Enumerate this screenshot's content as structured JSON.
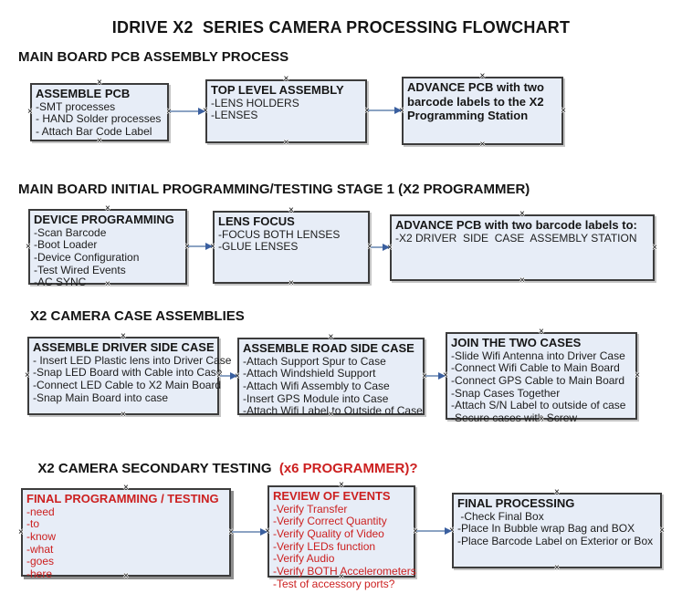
{
  "title": "IDRIVE X2  SERIES CAMERA PROCESSING FLOWCHART",
  "colors": {
    "box_fill": "#e7edf7",
    "box_border": "#3c3c3c",
    "red_text": "#cc2020",
    "connector_line": "#8ba3c3",
    "connector_arrow": "#3a5f9f"
  },
  "sections": [
    {
      "heading": "MAIN BOARD PCB ASSEMBLY PROCESS",
      "boxes": [
        {
          "title": "ASSEMBLE PCB",
          "items": [
            "-SMT processes",
            "- HAND Solder processes",
            "- Attach Bar Code Label"
          ]
        },
        {
          "title": "TOP LEVEL ASSEMBLY",
          "items": [
            "-LENS HOLDERS",
            "-LENSES"
          ]
        },
        {
          "title": "ADVANCE PCB with two barcode labels to the  X2 Programming Station",
          "items": []
        }
      ]
    },
    {
      "heading": "MAIN BOARD INITIAL PROGRAMMING/TESTING STAGE 1 (X2 PROGRAMMER)",
      "boxes": [
        {
          "title": "DEVICE PROGRAMMING",
          "items": [
            "-Scan Barcode",
            "-Boot Loader",
            "-Device Configuration",
            "-Test Wired Events",
            "-AC SYNC"
          ]
        },
        {
          "title": "LENS FOCUS",
          "items": [
            "-FOCUS BOTH LENSES",
            "-GLUE LENSES"
          ]
        },
        {
          "title": "ADVANCE PCB with two barcode labels to:",
          "items": [
            "-X2 DRIVER  SIDE  CASE  ASSEMBLY STATION"
          ]
        }
      ]
    },
    {
      "heading": "X2 CAMERA CASE ASSEMBLIES",
      "boxes": [
        {
          "title": "ASSEMBLE DRIVER SIDE CASE",
          "items": [
            "- Insert LED Plastic lens into Driver Case",
            "-Snap LED Board with Cable into Case",
            "-Connect LED Cable to X2 Main Board",
            "-Snap Main Board into case"
          ]
        },
        {
          "title": "ASSEMBLE ROAD SIDE CASE",
          "items": [
            "-Attach Support Spur to Case",
            "-Attach Windshield Support",
            "-Attach Wifi Assembly to Case",
            "-Insert GPS Module into Case",
            "-Attach Wifi Label to Outside of Case"
          ]
        },
        {
          "title": "JOIN THE TWO CASES",
          "items": [
            "-Slide Wifi Antenna into Driver Case",
            "-Connect Wifi Cable to Main Board",
            "-Connect GPS Cable to Main Board",
            "-Snap Cases Together",
            "-Attach S/N Label to outside of case",
            "-Secure cases with Screw"
          ]
        }
      ]
    },
    {
      "heading": "X2 CAMERA SECONDARY TESTING  ",
      "heading_accent": "(x6 PROGRAMMER)?",
      "boxes": [
        {
          "title": "FINAL PROGRAMMING / TESTING",
          "items": [
            "-need",
            "-to",
            "-know",
            "-what",
            "-goes",
            "-here"
          ]
        },
        {
          "title": "REVIEW OF EVENTS",
          "items": [
            "-Verify Transfer",
            "-Verify Correct Quantity",
            "-Verify Quality of Video",
            "-Verify LEDs function",
            "-Verify Audio",
            "-Verify BOTH Accelerometers",
            "-Test of accessory ports?"
          ]
        },
        {
          "title": "FINAL PROCESSING",
          "items": [
            " -Check Final Box",
            "-Place In Bubble wrap Bag and BOX",
            "-Place Barcode Label on Exterior or Box"
          ]
        }
      ]
    }
  ]
}
